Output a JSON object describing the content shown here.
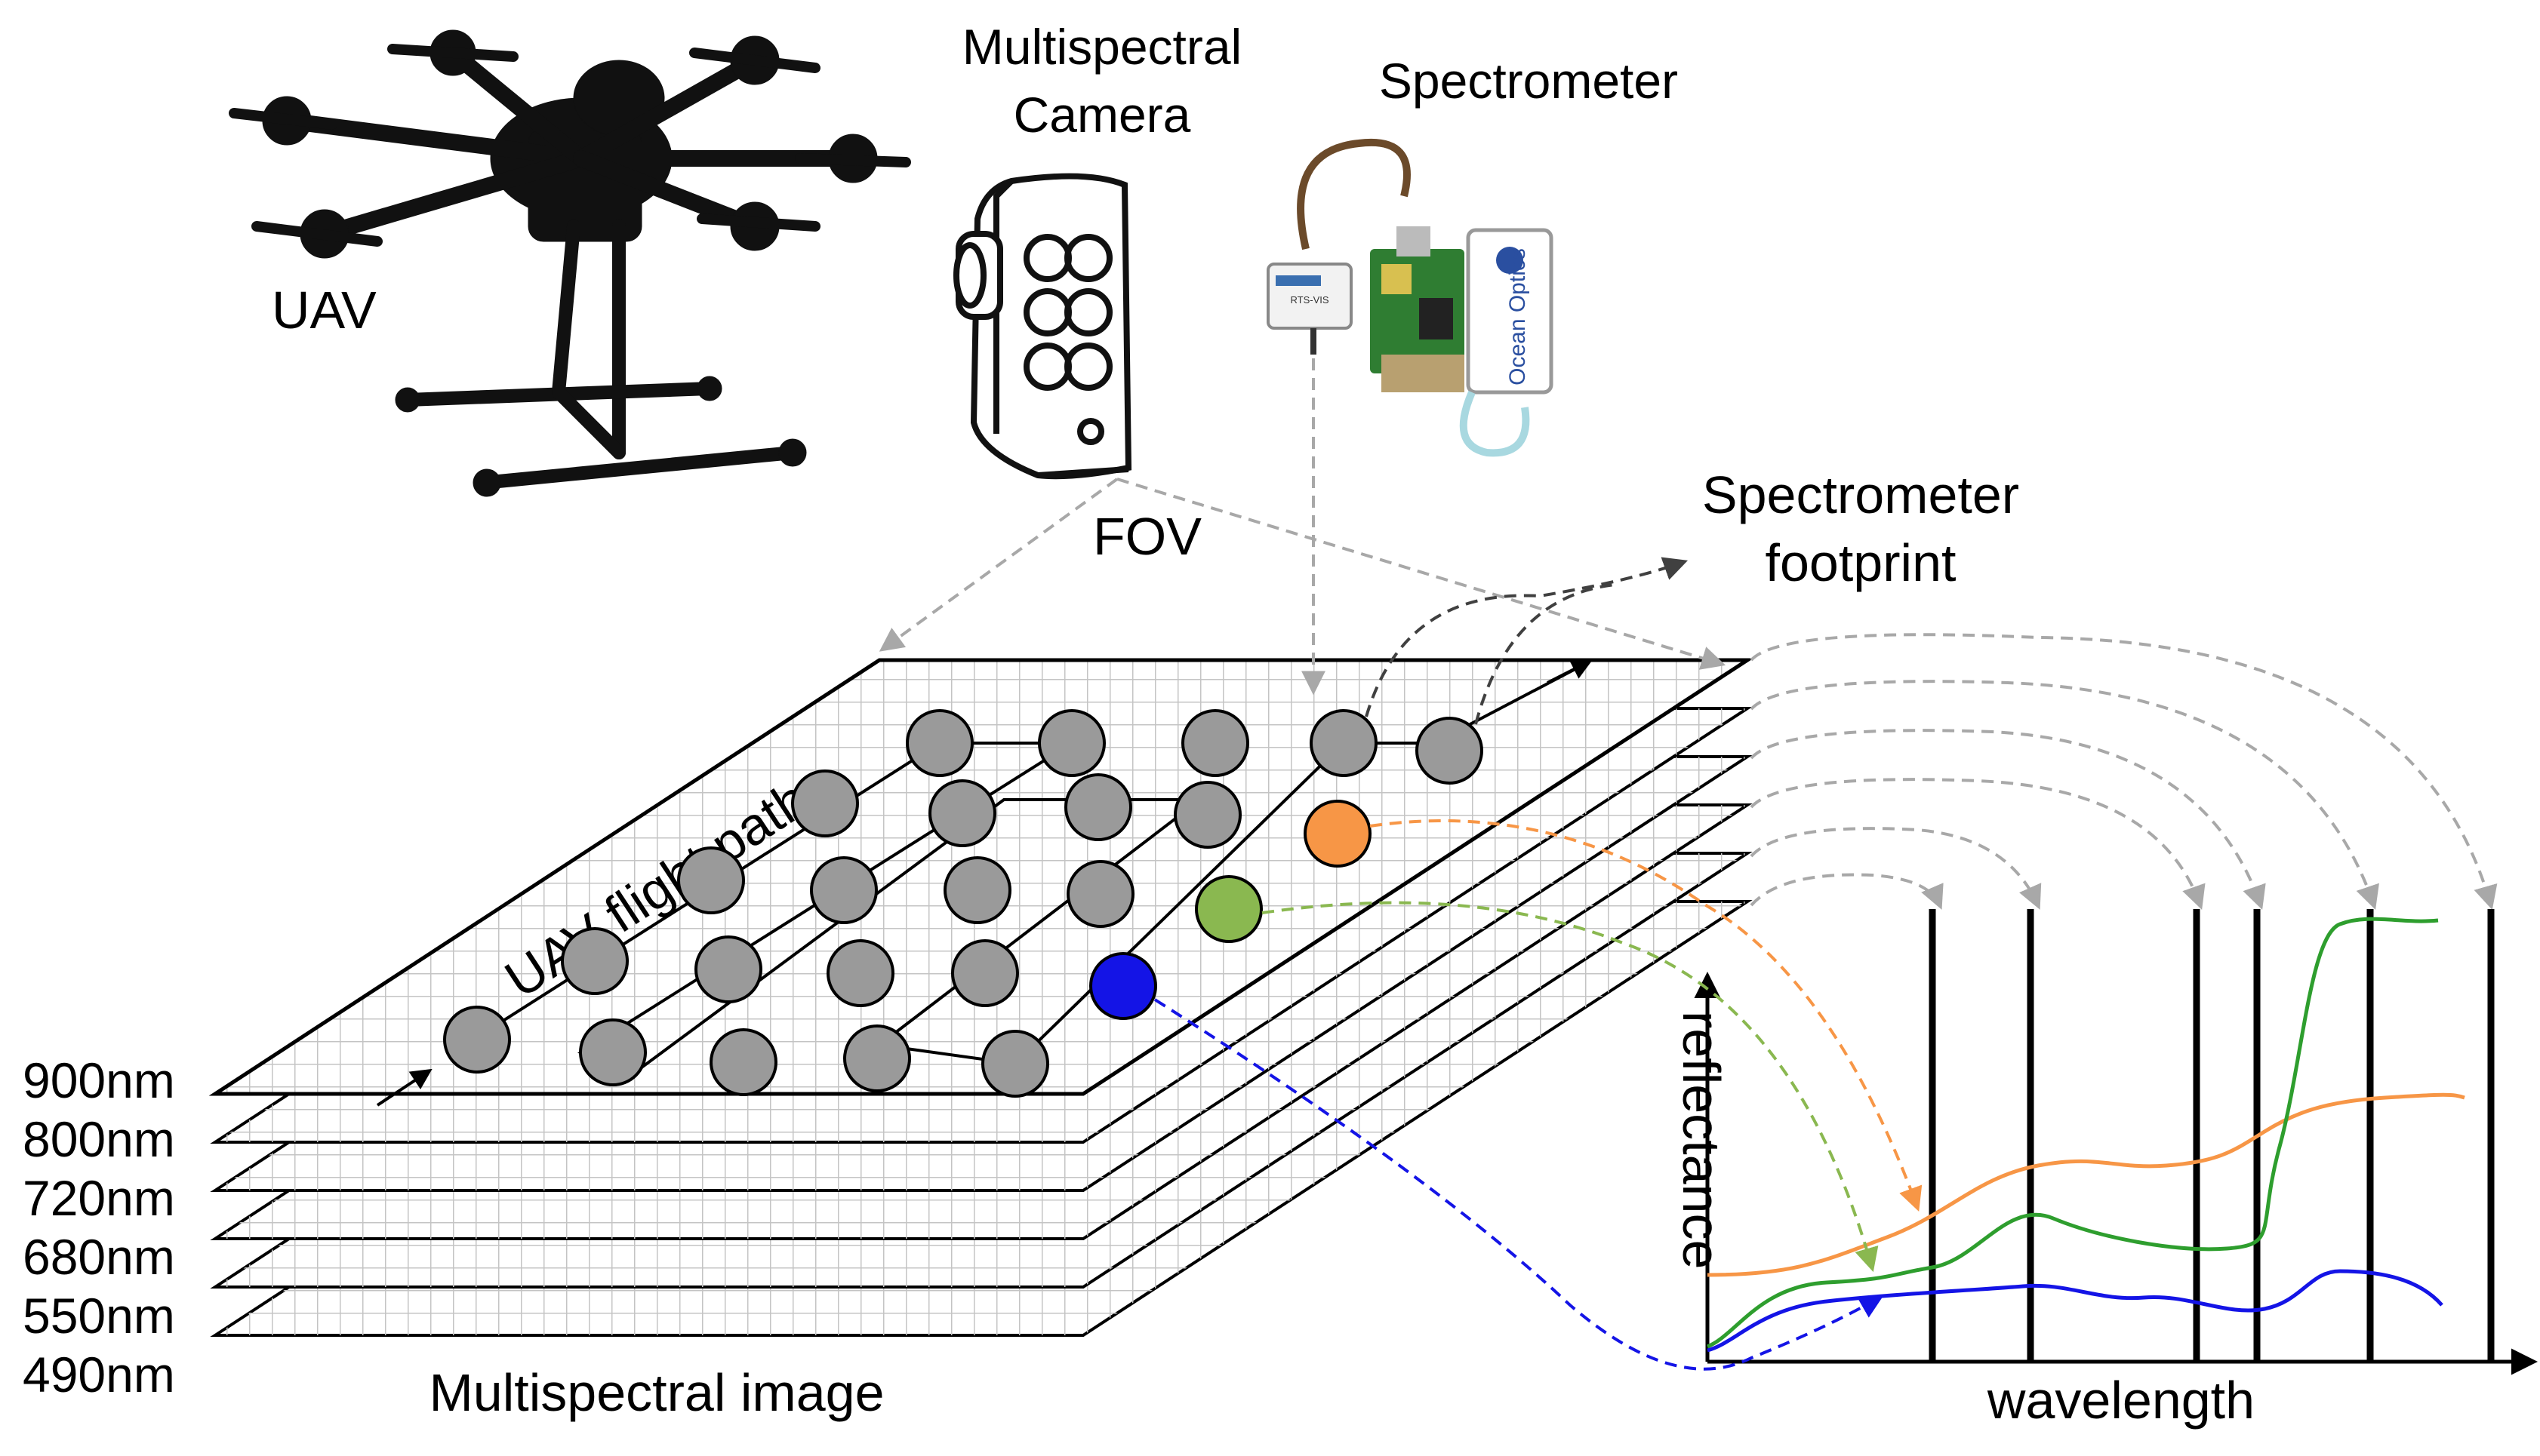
{
  "labels": {
    "uav": "UAV",
    "camera_line1": "Multispectral",
    "camera_line2": "Camera",
    "spectrometer": "Spectrometer",
    "fov": "FOV",
    "footprint_line1": "Spectrometer",
    "footprint_line2": "footprint",
    "flight_path": "UAV flight path",
    "multispectral_image": "Multispectral image",
    "y_axis": "reflectance",
    "x_axis": "wavelength"
  },
  "wavelength_bands": [
    "900nm",
    "800nm",
    "720nm",
    "680nm",
    "550nm",
    "490nm"
  ],
  "device_text": {
    "sensor_box": "RTS-VIS",
    "ocean_optics": "Ocean Optics"
  },
  "colors": {
    "sample_gray": "#9a9a9a",
    "orange": "#f79646",
    "green": "#2e9e2e",
    "green_point": "#8ab850",
    "blue": "#1414e6",
    "arrow_gray": "#a8a8a8",
    "arrow_dark": "#404040",
    "grid_line": "#c0c0c0"
  },
  "spectra": [
    {
      "name": "orange",
      "color": "#f79646"
    },
    {
      "name": "green",
      "color": "#2e9e2e"
    },
    {
      "name": "blue",
      "color": "#1414e6"
    }
  ]
}
